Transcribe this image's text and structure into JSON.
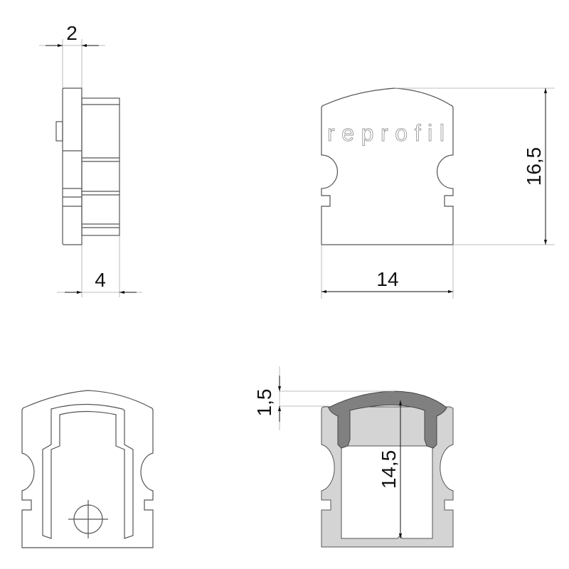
{
  "logo_text": "reprofil",
  "dimensions": {
    "side_plate_thickness": "2",
    "side_body_depth": "4",
    "front_height": "16,5",
    "front_width": "14",
    "lid_thickness": "1,5",
    "inner_height": "14,5"
  },
  "colors": {
    "profile_fill": "#d4d4d4",
    "lid_fill": "#808080",
    "outline": "#555555"
  }
}
